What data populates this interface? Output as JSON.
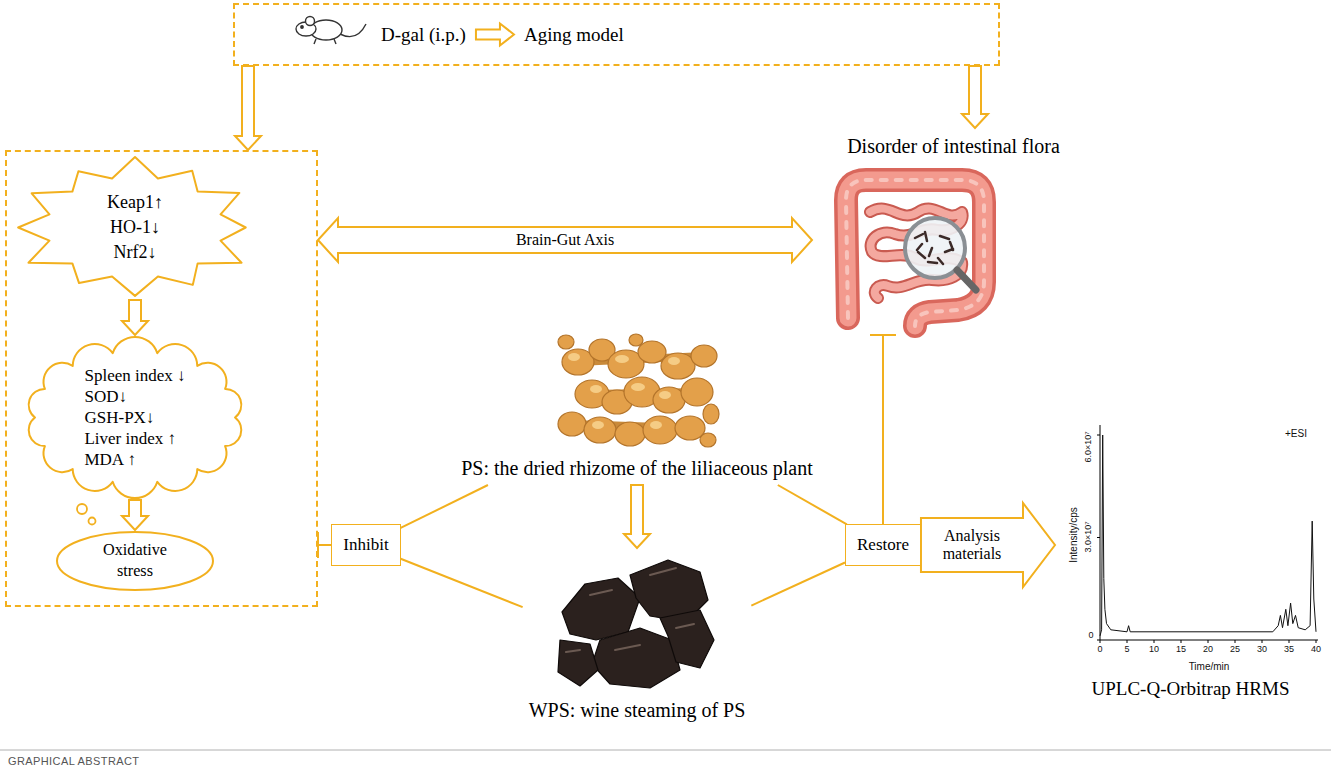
{
  "diagram": {
    "caption": "GRAPHICAL ABSTRACT",
    "nodes": [
      {
        "text": [
          "D-gal (i.p.)",
          "Aging model"
        ]
      },
      {
        "text": []
      },
      {
        "text": [
          "Keap1↑",
          "HO-1↓",
          "Nrf2↓"
        ],
        "in": 1
      },
      {
        "text": [
          "Spleen index ↓",
          "SOD↓",
          "GSH-PX↓",
          "Liver index ↑",
          "MDA ↑"
        ],
        "in": 1
      },
      {
        "text": [
          "Oxidative stress"
        ],
        "in": 1
      },
      {
        "text": [
          "Disorder of intestinal flora"
        ]
      },
      {
        "text": [
          "Inhibit"
        ]
      },
      {
        "text": [
          "PS: the dried rhizome of the liliaceous plant"
        ]
      },
      {
        "text": [
          "WPS: wine steaming of PS"
        ]
      },
      {
        "text": [
          "Restore"
        ]
      },
      {
        "text": [
          "UPLC-Q-Orbitrap HRMS"
        ]
      }
    ],
    "edges": [
      {
        "from": 0,
        "to": 1,
        "arrow": "to"
      },
      {
        "from": 0,
        "to": 5,
        "arrow": "to"
      },
      {
        "from": 1,
        "to": 5,
        "arrow": "both",
        "label": "Brain-Gut Axis"
      },
      {
        "from": 2,
        "to": 3,
        "arrow": "to"
      },
      {
        "from": 3,
        "to": 4,
        "arrow": "to"
      },
      {
        "from": 6,
        "to": 1,
        "arrow": "to"
      },
      {
        "from": 6,
        "to": 7,
        "arrow": "none"
      },
      {
        "from": 6,
        "to": 8,
        "arrow": "none"
      },
      {
        "from": 7,
        "to": 8,
        "arrow": "to"
      },
      {
        "from": 7,
        "to": 9,
        "arrow": "none"
      },
      {
        "from": 8,
        "to": 9,
        "arrow": "none"
      },
      {
        "from": 9,
        "to": 5,
        "arrow": "to"
      },
      {
        "from": 9,
        "to": 10,
        "arrow": "to",
        "label": "Analysis materials"
      }
    ],
    "labels": [
      "+ESI",
      "6.0×10⁷",
      "3.0×10⁷",
      "0",
      "Intensity/cps",
      "0",
      "5",
      "10",
      "15",
      "20",
      "25",
      "30",
      "35",
      "40",
      "Time/min"
    ]
  }
}
